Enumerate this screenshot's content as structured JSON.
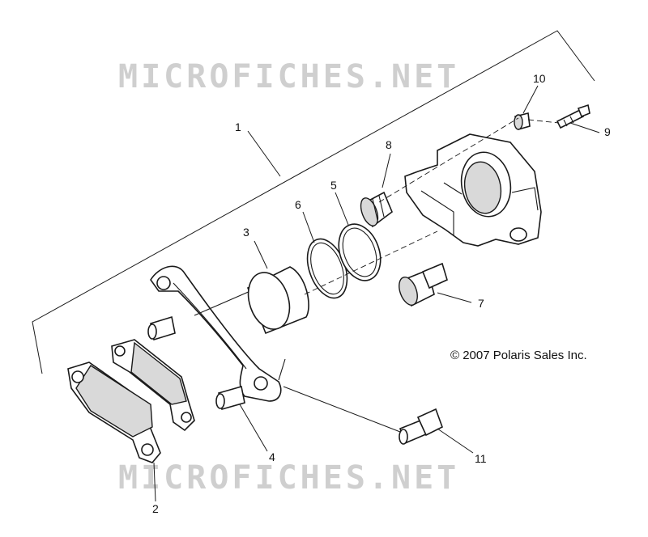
{
  "watermark": {
    "text": "MICROFICHES.NET",
    "color": "#cfcfcf"
  },
  "copyright": "© 2007 Polaris Sales Inc.",
  "callouts": [
    "1",
    "2",
    "3",
    "4",
    "5",
    "6",
    "7",
    "8",
    "9",
    "10",
    "11"
  ],
  "colors": {
    "line": "#1a1a1a",
    "shade": "#d9d9d9",
    "background": "#ffffff"
  }
}
